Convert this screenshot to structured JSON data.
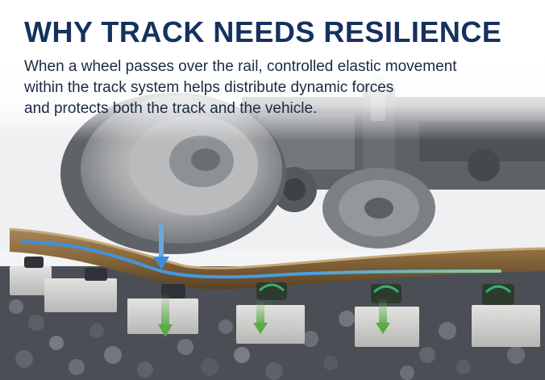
{
  "heading": "WHY TRACK NEEDS RESILIENCE",
  "description": {
    "line1": "When a wheel passes over the rail, controlled elastic movement",
    "line2": "within the track system helps distribute dynamic forces",
    "line3": "and protects both the track and the vehicle."
  },
  "colors": {
    "heading": "#16315f",
    "text": "#1b2a44",
    "deflection_line": "#3a8fe0",
    "load_arrow": "#6aa7e0",
    "force_arrow": "#5fb04a",
    "rail": "#8a6a3d",
    "ballast": "#4b4f55"
  },
  "icons": [
    "load-arrow-icon",
    "force-down-arrow-icon"
  ]
}
